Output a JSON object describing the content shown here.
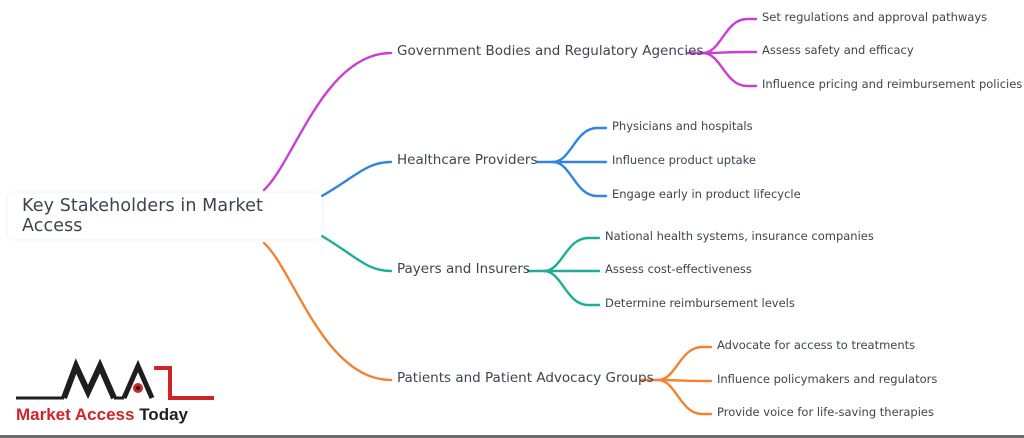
{
  "root": {
    "label": "Key Stakeholders in Market Access"
  },
  "branches": [
    {
      "label": "Government Bodies and Regulatory Agencies",
      "color": "#c93fd4",
      "children": [
        "Set regulations and approval pathways",
        "Assess safety and efficacy",
        "Influence pricing and reimbursement policies"
      ]
    },
    {
      "label": "Healthcare Providers",
      "color": "#2f86dc",
      "children": [
        "Physicians and hospitals",
        "Influence product uptake",
        "Engage early in product lifecycle"
      ]
    },
    {
      "label": "Payers and Insurers",
      "color": "#1eae98",
      "children": [
        "National health systems, insurance companies",
        "Assess cost-effectiveness",
        "Determine reimbursement levels"
      ]
    },
    {
      "label": "Patients and Patient Advocacy Groups",
      "color": "#ee8434",
      "children": [
        "Advocate for access to treatments",
        "Influence policymakers and regulators",
        "Provide voice for life-saving therapies"
      ]
    }
  ],
  "logo": {
    "mark": "MAL",
    "name_red": "Market Access",
    "name_dark": "Today",
    "red": "#d0242b",
    "dark": "#1e1e1e"
  }
}
